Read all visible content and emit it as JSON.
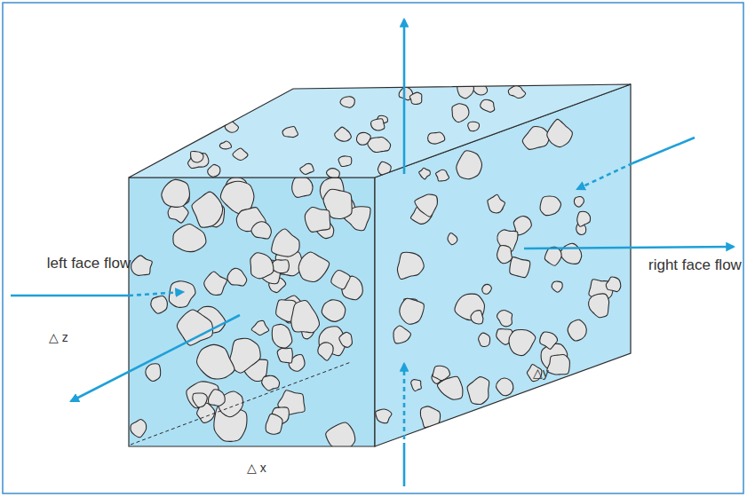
{
  "diagram": {
    "labels": [
      "left face flow",
      "right face flow",
      "△ z",
      "△y",
      "△ x"
    ]
  }
}
